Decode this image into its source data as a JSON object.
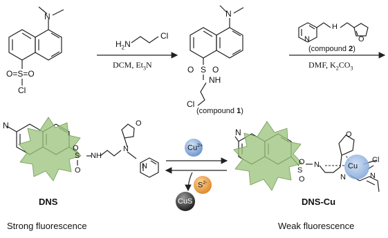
{
  "reaction": {
    "step1": {
      "reagent_formula": {
        "pre": "H",
        "sub": "2",
        "post": "N"
      },
      "reagent_cl": "Cl",
      "conditions": {
        "pre": "DCM, Et",
        "sub": "3",
        "post": "N"
      }
    },
    "step2": {
      "reagent_nh": "H",
      "reagent_n": "N",
      "reagent_o": "O",
      "compound_label": {
        "pre": "(compound ",
        "num": "2",
        "post": ")"
      },
      "conditions": {
        "pre": "DMF, K",
        "sub": "2",
        "mid": "CO",
        "sub2": "3"
      }
    },
    "start_material": {
      "so2_label": "O=S=O",
      "cl_label": "Cl",
      "n_label": "N"
    },
    "intermediate": {
      "n_label": "N",
      "o_left": "O",
      "s_label": "S",
      "o_right": "O",
      "nh_label": "NH",
      "cl_label": "Cl",
      "compound_label": {
        "pre": "(compound ",
        "num": "1",
        "post": ")"
      }
    }
  },
  "sensing": {
    "cu_ion": {
      "base": "Cu",
      "charge": "2+"
    },
    "s_ion": {
      "base": "S",
      "charge": "2-"
    },
    "cus_label": "CuS",
    "dns": {
      "name": "DNS",
      "fluorescence": "Strong fluorescence",
      "n_label": "N",
      "nh_label": "NH",
      "n_amine": "N",
      "n_pyr": "N",
      "o_label": "O",
      "so2_top": "O",
      "so2_s": "S",
      "so2_bottom": "O"
    },
    "dnscu": {
      "name": "DNS-Cu",
      "fluorescence": "Weak fluorescence",
      "n_label": "N",
      "s_label": "S",
      "n_sulf": "N",
      "n_amine": "N",
      "cu_label": "Cu",
      "cl_label": "Cl",
      "o_label": "O",
      "n_pyr": "N",
      "so2_top": "O",
      "so2_bottom": "O"
    }
  },
  "colors": {
    "starburst_fill": "#9dc47f",
    "starburst_stroke": "#6f9c54",
    "cu_ion": "#8ab0dd",
    "s_ion": "#e39a3a",
    "cus": "#3b3b3b",
    "cu_complex": "#7fa5d8",
    "bond": "#222222"
  }
}
